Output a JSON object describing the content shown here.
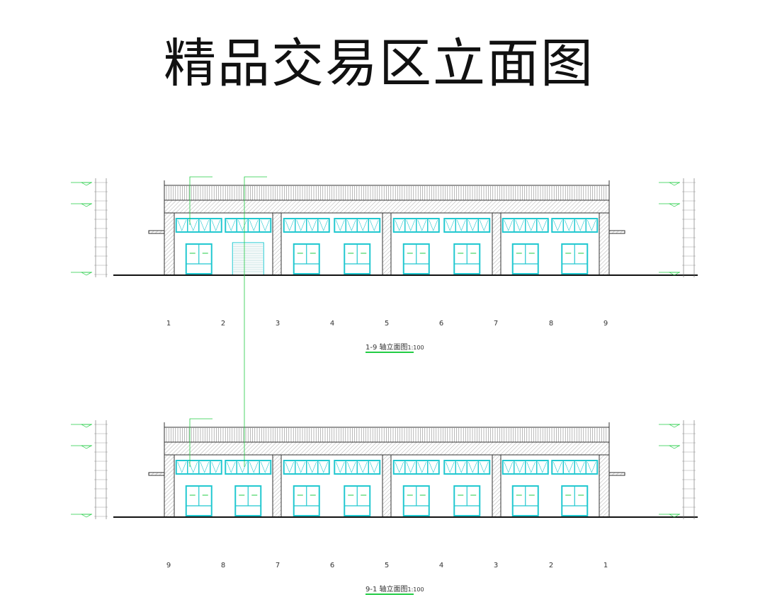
{
  "title": "精品交易区立面图",
  "colors": {
    "window": "#22c8d0",
    "annotation": "#22cc44",
    "line": "#333333"
  },
  "elevations": [
    {
      "name": "1-9 轴立面图",
      "scale": "1:100",
      "axes": [
        "1",
        "2",
        "3",
        "4",
        "5",
        "6",
        "7",
        "8",
        "9"
      ],
      "rolling_door_bay": 2
    },
    {
      "name": "9-1 轴立面图",
      "scale": "1:100",
      "axes": [
        "9",
        "8",
        "7",
        "6",
        "5",
        "4",
        "3",
        "2",
        "1"
      ],
      "rolling_door_bay": 0
    }
  ]
}
